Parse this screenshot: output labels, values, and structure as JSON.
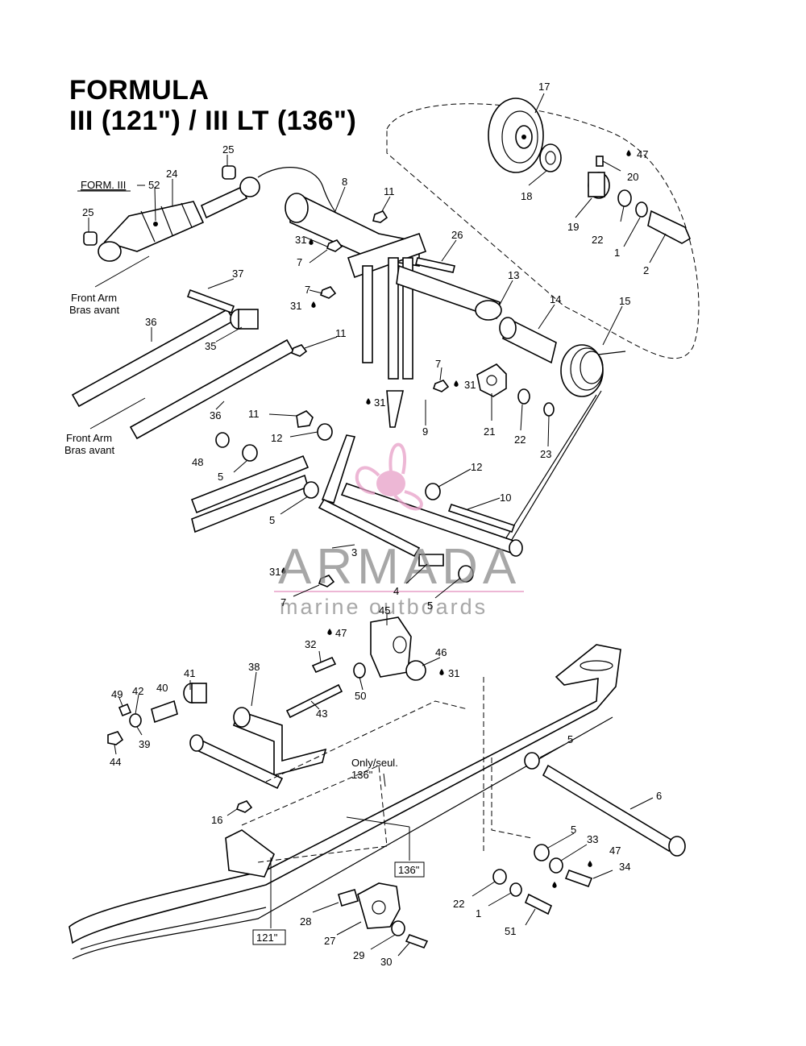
{
  "title": {
    "line1": "FORMULA",
    "line2": "III (121\") / III LT (136\")"
  },
  "notes": {
    "form_iii": "FORM. III",
    "front_arm_en": "Front Arm",
    "front_arm_fr": "Bras avant",
    "only_136": "Only/seul.",
    "only_136_b": "136\"",
    "box_136": "136\"",
    "box_121": "121\""
  },
  "watermark": {
    "brand": "ARMADA",
    "tagline": "marine outboards",
    "accent_color": "#e8a0c8"
  },
  "callouts": {
    "n1": "1",
    "n2": "2",
    "n3": "3",
    "n4": "4",
    "n5": "5",
    "n6": "6",
    "n7": "7",
    "n8": "8",
    "n9": "9",
    "n10": "10",
    "n11": "11",
    "n12": "12",
    "n13": "13",
    "n14": "14",
    "n15": "15",
    "n16": "16",
    "n17": "17",
    "n18": "18",
    "n19": "19",
    "n20": "20",
    "n21": "21",
    "n22": "22",
    "n23": "23",
    "n24": "24",
    "n25": "25",
    "n26": "26",
    "n27": "27",
    "n28": "28",
    "n29": "29",
    "n30": "30",
    "n31": "31",
    "n32": "32",
    "n33": "33",
    "n34": "34",
    "n35": "35",
    "n36": "36",
    "n37": "37",
    "n38": "38",
    "n39": "39",
    "n40": "40",
    "n41": "41",
    "n42": "42",
    "n43": "43",
    "n44": "44",
    "n45": "45",
    "n46": "46",
    "n47": "47",
    "n48": "48",
    "n49": "49",
    "n50": "50",
    "n51": "51",
    "n52": "52"
  }
}
